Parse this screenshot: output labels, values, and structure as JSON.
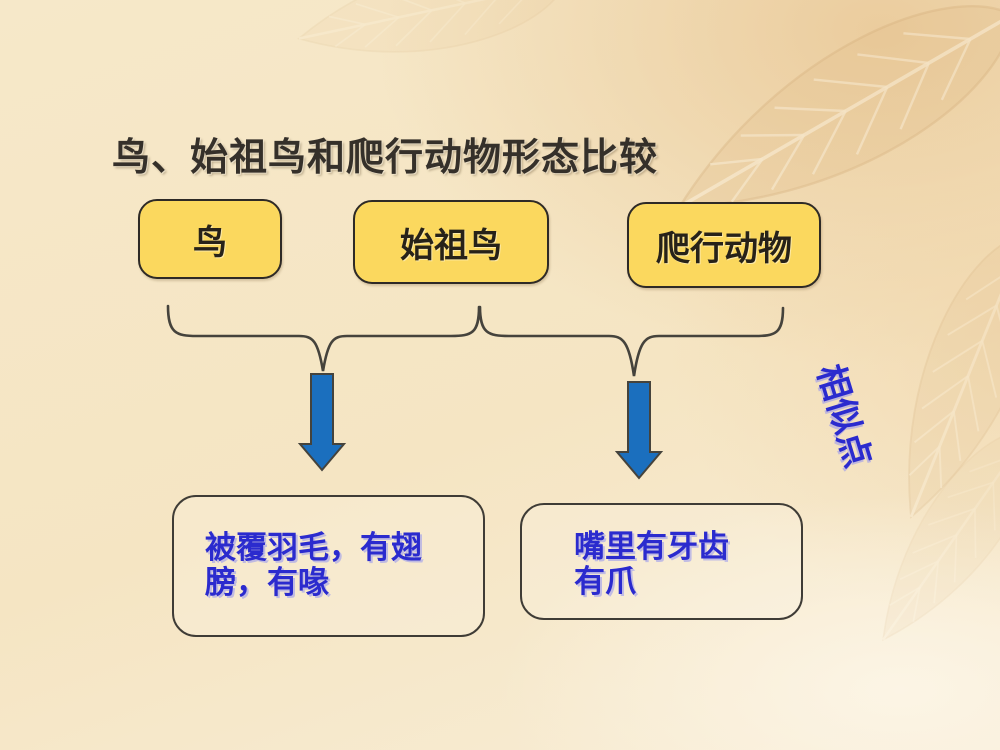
{
  "slide": {
    "title": "鸟、始祖鸟和爬行动物形态比较",
    "category_boxes": [
      {
        "label": "鸟"
      },
      {
        "label": "始祖鸟"
      },
      {
        "label": "爬行动物"
      }
    ],
    "annotation": {
      "label": "相似点"
    },
    "feature_boxes": [
      {
        "line1": "被覆羽毛，有翅",
        "line2": "膀，有喙"
      },
      {
        "line1": "嘴里有牙齿",
        "line2": "有爪"
      }
    ],
    "colors": {
      "background": "#f6e7c7",
      "background_peach": "#eaca9a",
      "box_fill": "#fbd85e",
      "box_border": "#2e2a26",
      "arrow_blue": "#1b6fbe",
      "text_blue": "#2b2bce",
      "title_dark": "#35302a",
      "line_dark": "#45433c"
    }
  }
}
